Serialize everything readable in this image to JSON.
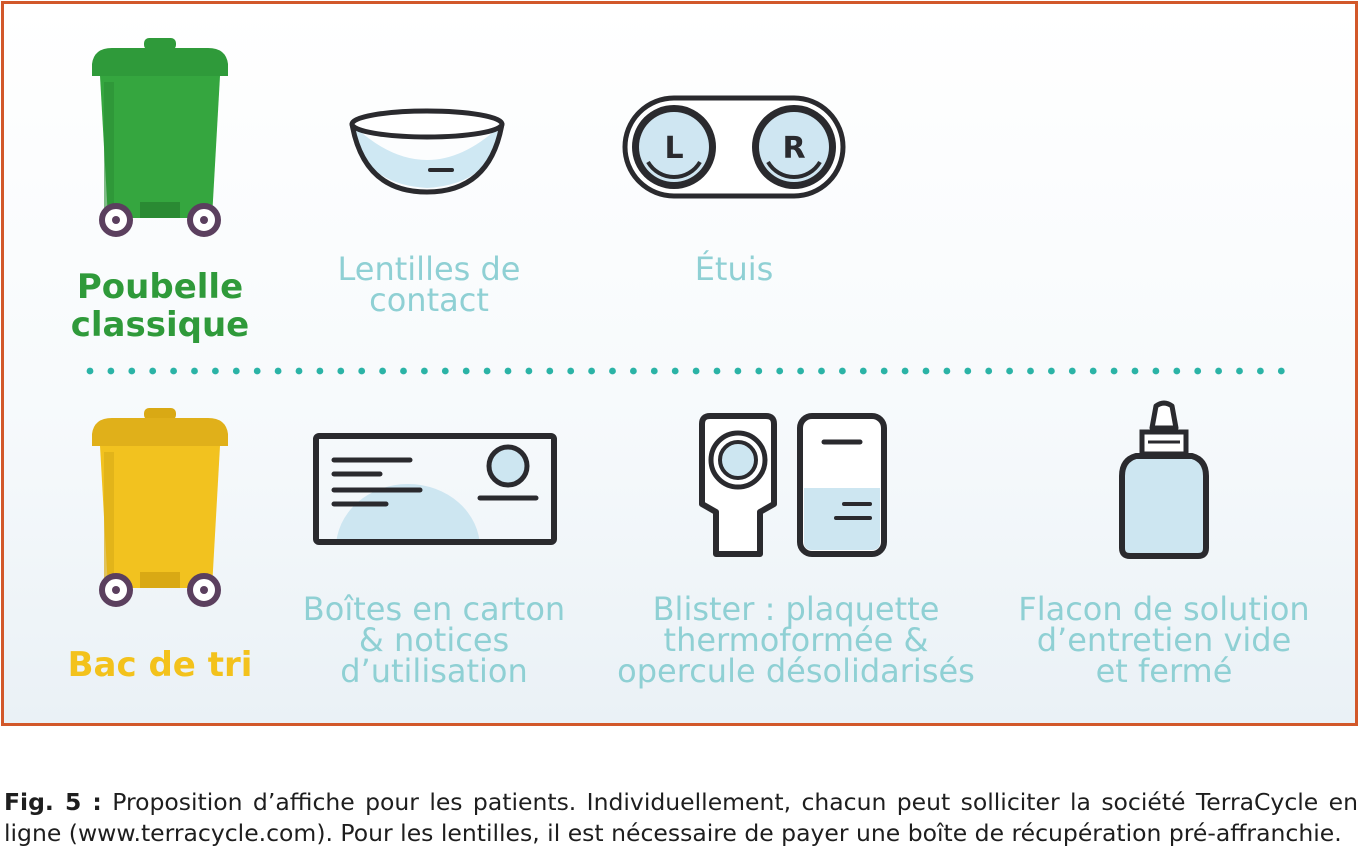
{
  "poster": {
    "general_bin": {
      "label_line1": "Poubelle",
      "label_line2": "classique",
      "color": "#2f9a3a"
    },
    "recycling_bin": {
      "label": "Bac de tri",
      "color": "#f3c21c"
    },
    "items_general": [
      {
        "icon": "contact-lens-icon",
        "line1": "Lentilles de",
        "line2": "contact"
      },
      {
        "icon": "lens-case-icon",
        "line1": "Étuis",
        "case_left": "L",
        "case_right": "R"
      }
    ],
    "items_recycling": [
      {
        "icon": "carton-box-icon",
        "line1": "Boîtes en carton",
        "line2": "& notices",
        "line3": "d’utilisation"
      },
      {
        "icon": "blister-icon",
        "line1": "Blister : plaquette",
        "line2": "thermoformée &",
        "line3": "opercule désolidarisés"
      },
      {
        "icon": "solution-bottle-icon",
        "line1": "Flacon de solution",
        "line2": "d’entretien vide",
        "line3": "et fermé"
      }
    ],
    "colors": {
      "border": "#d2582a",
      "item_text": "#8fd0d4",
      "divider": "#2bb3a6",
      "outline": "#2a2a2e"
    }
  },
  "caption": {
    "label": "Fig. 5 :",
    "text": "Proposition d’affiche pour les patients. Individuellement, chacun peut solliciter la société TerraCycle en ligne (www.terracycle.com). Pour les lentilles, il est nécessaire de payer une boîte de récupération pré-affranchie."
  }
}
